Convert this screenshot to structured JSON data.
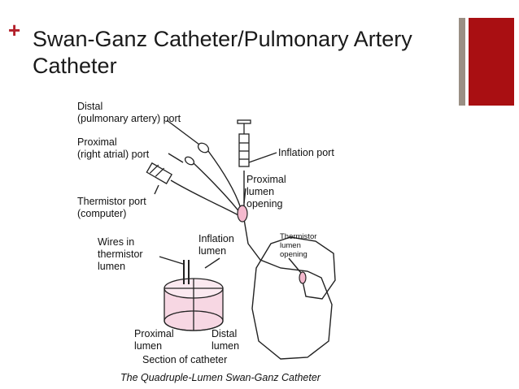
{
  "slide": {
    "bullet": "+",
    "title": "Swan-Ganz Catheter/Pulmonary Artery Catheter",
    "accent_red": "#a90f12",
    "accent_gray": "#9a8f84"
  },
  "diagram": {
    "labels": {
      "distal_port": "Distal\n(pulmonary artery) port",
      "proximal_port": "Proximal\n(right atrial) port",
      "inflation_port": "Inflation port",
      "thermistor_port": "Thermistor port\n(computer)",
      "proximal_lumen_opening": "Proximal\nlumen\nopening",
      "thermistor_lumen_opening": "Thermistor\nlumen\nopening",
      "wires_in_thermistor_lumen": "Wires in\nthermistor\nlumen",
      "inflation_lumen": "Inflation\nlumen",
      "proximal_lumen": "Proximal\nlumen",
      "distal_lumen": "Distal\nlumen",
      "section_of_catheter": "Section of catheter"
    },
    "caption": "The Quadruple-Lumen Swan-Ganz Catheter",
    "section_fill": "#f7d7e3"
  }
}
